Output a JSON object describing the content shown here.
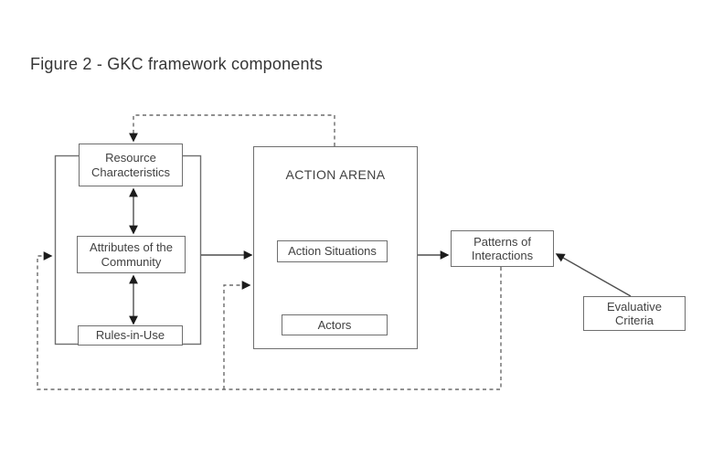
{
  "figure": {
    "caption": "Figure 2 - GKC framework components",
    "diagram": {
      "nodes": {
        "resource_characteristics": "Resource Characteristics",
        "attributes_of_the_community": "Attributes of the Community",
        "rules_in_use": "Rules-in-Use",
        "action_arena": "ACTION ARENA",
        "action_situations": "Action Situations",
        "actors": "Actors",
        "patterns_of_interactions": "Patterns of Interactions",
        "evaluative_criteria": "Evaluative Criteria"
      },
      "edges": [
        {
          "from": "resource_characteristics",
          "to": "attributes_of_the_community",
          "style": "solid",
          "direction": "both"
        },
        {
          "from": "attributes_of_the_community",
          "to": "rules_in_use",
          "style": "solid",
          "direction": "both"
        },
        {
          "from": "exogenous_variables_group",
          "to": "action_arena",
          "style": "solid",
          "direction": "forward"
        },
        {
          "from": "action_arena",
          "to": "patterns_of_interactions",
          "style": "solid",
          "direction": "forward"
        },
        {
          "from": "evaluative_criteria",
          "to": "patterns_of_interactions",
          "style": "solid",
          "direction": "forward"
        },
        {
          "from": "action_arena",
          "to": "resource_characteristics",
          "style": "dashed",
          "direction": "forward"
        },
        {
          "from": "patterns_of_interactions",
          "to": "exogenous_variables_group",
          "style": "dashed",
          "direction": "forward"
        },
        {
          "from": "patterns_of_interactions",
          "to": "action_arena",
          "style": "dashed",
          "direction": "forward"
        }
      ],
      "colors": {
        "background": "#ffffff",
        "solid_line": "#4f4f4f",
        "dashed_line": "#6b6b6b",
        "box_border": "#6f6f6f",
        "text": "#414141",
        "arrowhead": "#1c1c1c"
      }
    }
  }
}
